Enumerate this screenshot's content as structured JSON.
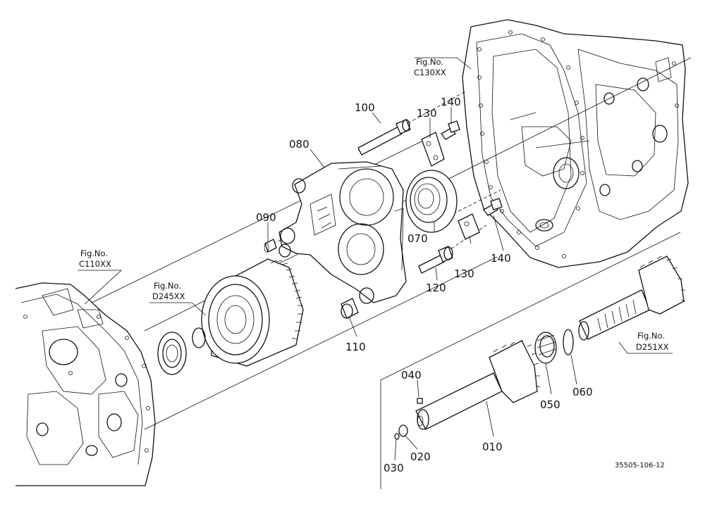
{
  "diagram": {
    "parts": [
      {
        "key": "p100",
        "label": "100"
      },
      {
        "key": "p130a",
        "label": "130"
      },
      {
        "key": "p140a",
        "label": "140"
      },
      {
        "key": "p080",
        "label": "080"
      },
      {
        "key": "p090",
        "label": "090"
      },
      {
        "key": "p070",
        "label": "070"
      },
      {
        "key": "p130b",
        "label": "130"
      },
      {
        "key": "p140b",
        "label": "140"
      },
      {
        "key": "p120",
        "label": "120"
      },
      {
        "key": "p110",
        "label": "110"
      },
      {
        "key": "p040",
        "label": "040"
      },
      {
        "key": "p050",
        "label": "050"
      },
      {
        "key": "p060",
        "label": "060"
      },
      {
        "key": "p010",
        "label": "010"
      },
      {
        "key": "p020",
        "label": "020"
      },
      {
        "key": "p030",
        "label": "030"
      }
    ],
    "refs": [
      {
        "key": "c130",
        "line1": "Fig.No.",
        "line2": "C130XX"
      },
      {
        "key": "c110",
        "line1": "Fig.No.",
        "line2": "C110XX"
      },
      {
        "key": "d245",
        "line1": "Fig.No.",
        "line2": "D245XX"
      },
      {
        "key": "d251",
        "line1": "Fig.No.",
        "line2": "D251XX"
      }
    ],
    "drawing_code": "35505-106-12"
  }
}
